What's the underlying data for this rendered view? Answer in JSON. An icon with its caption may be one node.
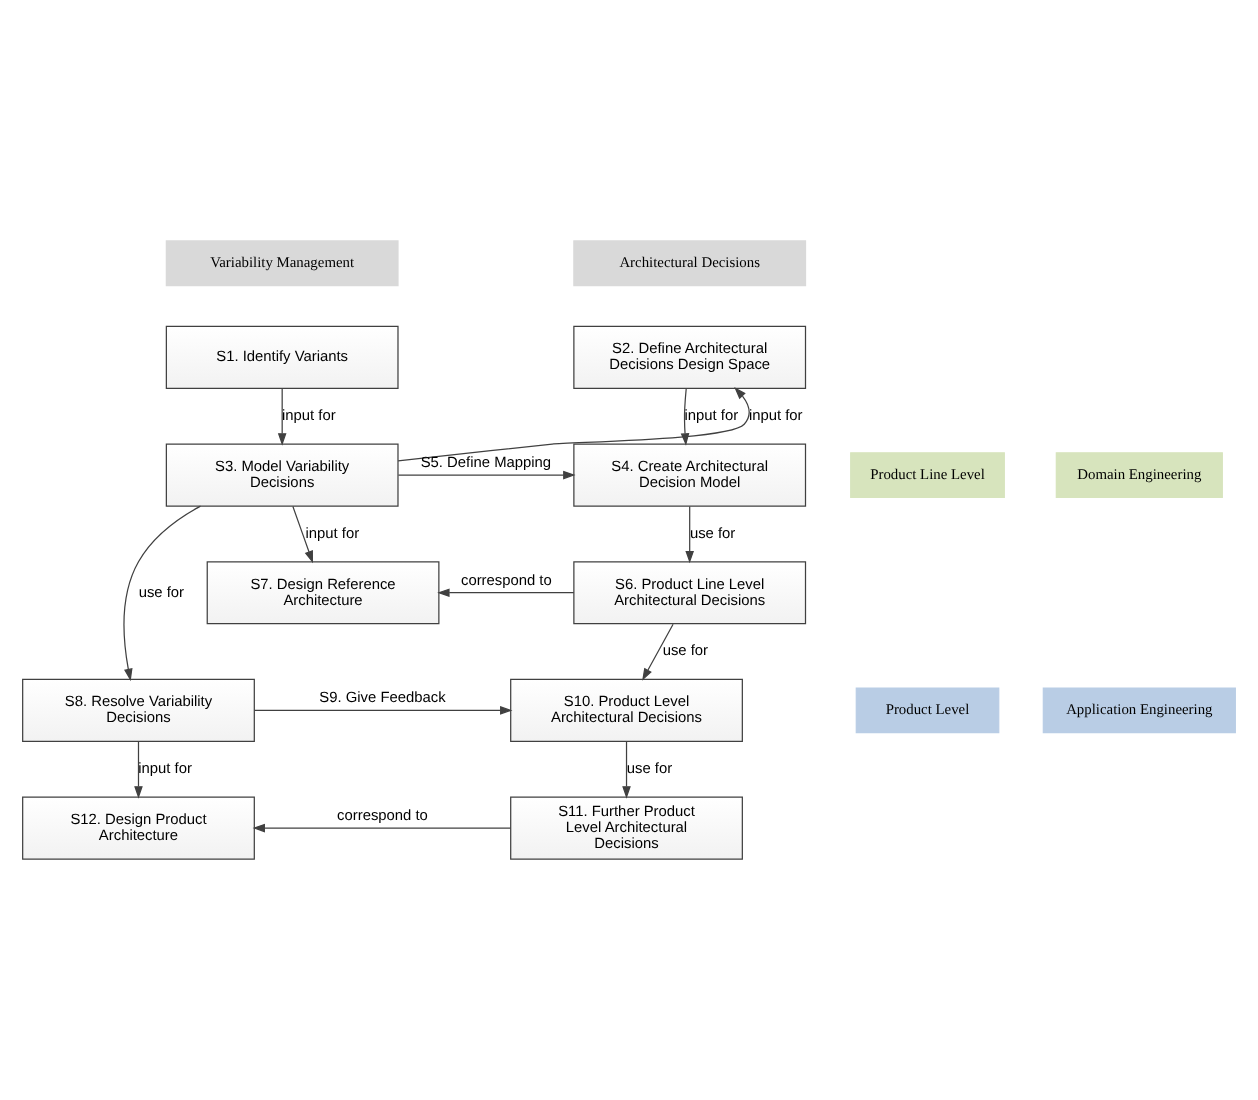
{
  "diagram": {
    "nodes": [
      {
        "text": [
          "Variability Management"
        ]
      },
      {
        "text": [
          "Architectural Decisions"
        ]
      },
      {
        "text": [
          "Product Line Level"
        ]
      },
      {
        "text": [
          "Domain Engineering"
        ]
      },
      {
        "text": [
          "S1. Identify Variants"
        ]
      },
      {
        "text": [
          "S2. Define Architectural Decisions Design Space"
        ]
      },
      {
        "text": [
          "S3. Model Variability Decisions"
        ]
      },
      {
        "text": [
          "S4. Create Architectural Decision Model"
        ]
      },
      {
        "text": [
          "S7. Design Reference Architecture"
        ]
      },
      {
        "text": [
          "S6. Product Line Level Architectural Decisions"
        ]
      },
      {
        "text": [
          "Product Level"
        ]
      },
      {
        "text": [
          "Application Engineering"
        ]
      },
      {
        "text": [
          "S8. Resolve Variability Decisions"
        ]
      },
      {
        "text": [
          "S10. Product Level Architectural Decisions"
        ]
      },
      {
        "text": [
          "S12. Design Product Architecture"
        ]
      },
      {
        "text": [
          "S11. Further Product Level Architectural Decisions"
        ]
      }
    ],
    "edges": [
      {
        "from": 4,
        "to": 6,
        "arrow": "to",
        "label": "input for"
      },
      {
        "from": 6,
        "to": 5,
        "arrow": "to",
        "label": "input for"
      },
      {
        "from": 5,
        "to": 7,
        "arrow": "to",
        "label": "input for"
      },
      {
        "from": 6,
        "to": 7,
        "arrow": "to",
        "label": "S5. Define Mapping"
      },
      {
        "from": 6,
        "to": 8,
        "arrow": "to",
        "label": "input for"
      },
      {
        "from": 7,
        "to": 9,
        "arrow": "to",
        "label": "use for"
      },
      {
        "from": 9,
        "to": 8,
        "arrow": "to",
        "label": "correspond to"
      },
      {
        "from": 6,
        "to": 12,
        "arrow": "to",
        "label": "use for"
      },
      {
        "from": 9,
        "to": 13,
        "arrow": "to",
        "label": "use for"
      },
      {
        "from": 12,
        "to": 13,
        "arrow": "to",
        "label": "S9. Give Feedback"
      },
      {
        "from": 12,
        "to": 14,
        "arrow": "to",
        "label": "input for"
      },
      {
        "from": 13,
        "to": 15,
        "arrow": "to",
        "label": "use for"
      },
      {
        "from": 15,
        "to": 14,
        "arrow": "to",
        "label": "correspond to"
      }
    ]
  }
}
